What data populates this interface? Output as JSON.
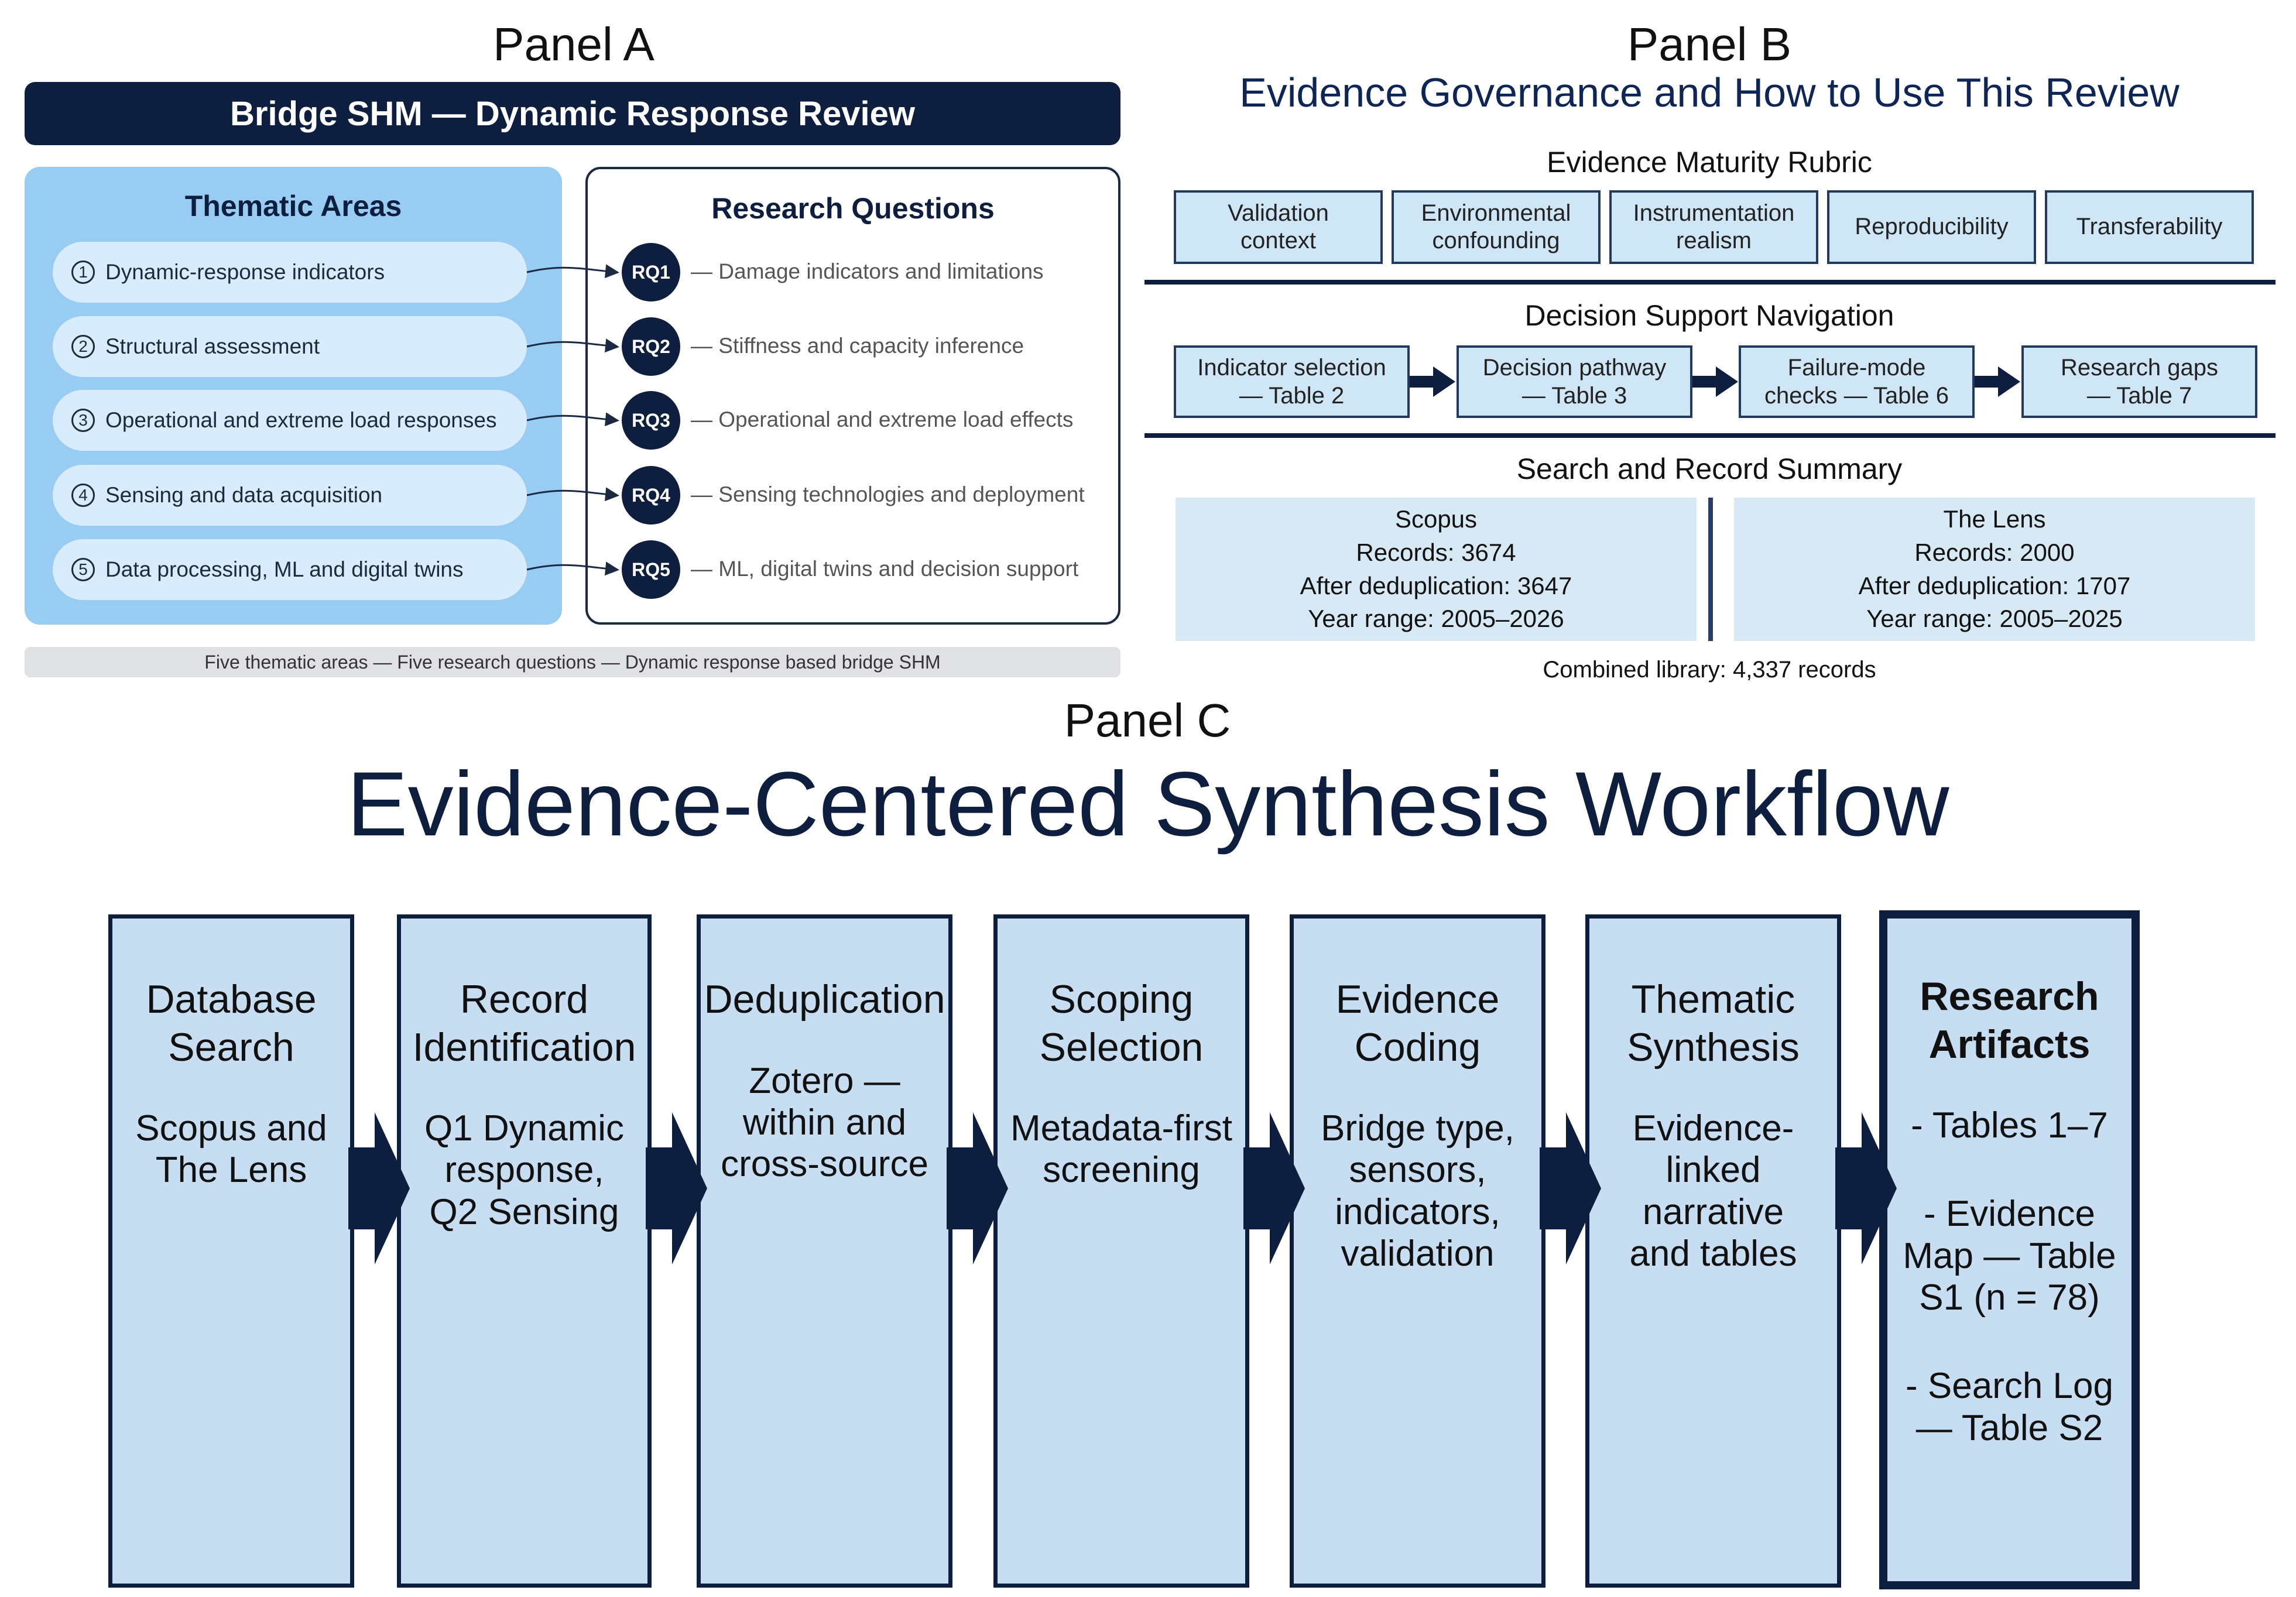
{
  "panel_a": {
    "label": "Panel A",
    "header": "Bridge SHM — Dynamic Response Review",
    "thematic_title": "Thematic Areas",
    "themes": [
      {
        "num": "1",
        "label": "Dynamic-response indicators"
      },
      {
        "num": "2",
        "label": "Structural assessment"
      },
      {
        "num": "3",
        "label": "Operational and extreme load responses"
      },
      {
        "num": "4",
        "label": "Sensing and data acquisition"
      },
      {
        "num": "5",
        "label": "Data processing, ML and digital twins"
      }
    ],
    "rq_title": "Research Questions",
    "questions": [
      {
        "id": "RQ1",
        "text": "— Damage indicators and limitations"
      },
      {
        "id": "RQ2",
        "text": "— Stiffness and capacity inference"
      },
      {
        "id": "RQ3",
        "text": "— Operational and extreme load effects"
      },
      {
        "id": "RQ4",
        "text": "— Sensing technologies and deployment"
      },
      {
        "id": "RQ5",
        "text": "— ML, digital twins and decision support"
      }
    ],
    "footer": "Five thematic areas — Five research questions — Dynamic response based bridge SHM"
  },
  "panel_b": {
    "label": "Panel B",
    "title": "Evidence Governance and How to Use This Review",
    "rubric_title": "Evidence Maturity Rubric",
    "rubric": [
      [
        "Validation",
        "context"
      ],
      [
        "Environmental",
        "confounding"
      ],
      [
        "Instrumentation",
        "realism"
      ],
      [
        "Reproducibility"
      ],
      [
        "Transferability"
      ]
    ],
    "nav_title": "Decision Support Navigation",
    "nav": [
      [
        "Indicator selection",
        "— Table 2"
      ],
      [
        "Decision pathway",
        "— Table 3"
      ],
      [
        "Failure-mode",
        "checks — Table 6"
      ],
      [
        "Research gaps",
        "— Table 7"
      ]
    ],
    "search_title": "Search and Record Summary",
    "sources": [
      {
        "name": "Scopus",
        "records": "Records: 3674",
        "dedup": "After deduplication: 3647",
        "years": "Year range: 2005–2026"
      },
      {
        "name": "The Lens",
        "records": "Records: 2000",
        "dedup": "After deduplication: 1707",
        "years": "Year range: 2005–2025"
      }
    ],
    "combined": "Combined library: 4,337 records"
  },
  "panel_c": {
    "label": "Panel C",
    "title": "Evidence-Centered Synthesis Workflow",
    "stages": [
      {
        "title": [
          "Database",
          "Search"
        ],
        "body": [
          "Scopus and",
          "The Lens"
        ]
      },
      {
        "title": [
          "Record",
          "Identification"
        ],
        "body": [
          "Q1 Dynamic",
          "response,",
          "Q2 Sensing"
        ]
      },
      {
        "title": [
          "Deduplication"
        ],
        "body": [
          "Zotero —",
          "within and",
          "cross-source"
        ]
      },
      {
        "title": [
          "Scoping",
          "Selection"
        ],
        "body": [
          "Metadata-first",
          "screening"
        ]
      },
      {
        "title": [
          "Evidence",
          "Coding"
        ],
        "body": [
          "Bridge type,",
          "sensors,",
          "indicators,",
          "validation"
        ]
      },
      {
        "title": [
          "Thematic",
          "Synthesis"
        ],
        "body": [
          "Evidence-",
          "linked",
          "narrative",
          "and tables"
        ]
      },
      {
        "title": [
          "Research",
          "Artifacts"
        ],
        "body": [
          "- Tables 1–7",
          "",
          "- Evidence",
          "Map — Table",
          "S1 (n = 78)",
          "",
          "- Search Log",
          "— Table S2"
        ]
      }
    ]
  },
  "colors": {
    "navy": "#0d1e3e",
    "light_blue": "#99ccf2",
    "pale_blue": "#cfe6f7",
    "stage_blue": "#c6ddf2"
  }
}
